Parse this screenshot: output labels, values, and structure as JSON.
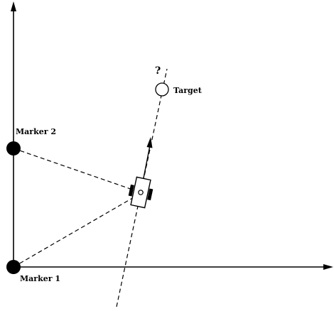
{
  "diagram": {
    "labels": {
      "marker1": "Marker 1",
      "marker2": "Marker 2",
      "target": "Target",
      "question": "?"
    },
    "colors": {
      "ink": "#000000",
      "paper": "#ffffff"
    }
  }
}
